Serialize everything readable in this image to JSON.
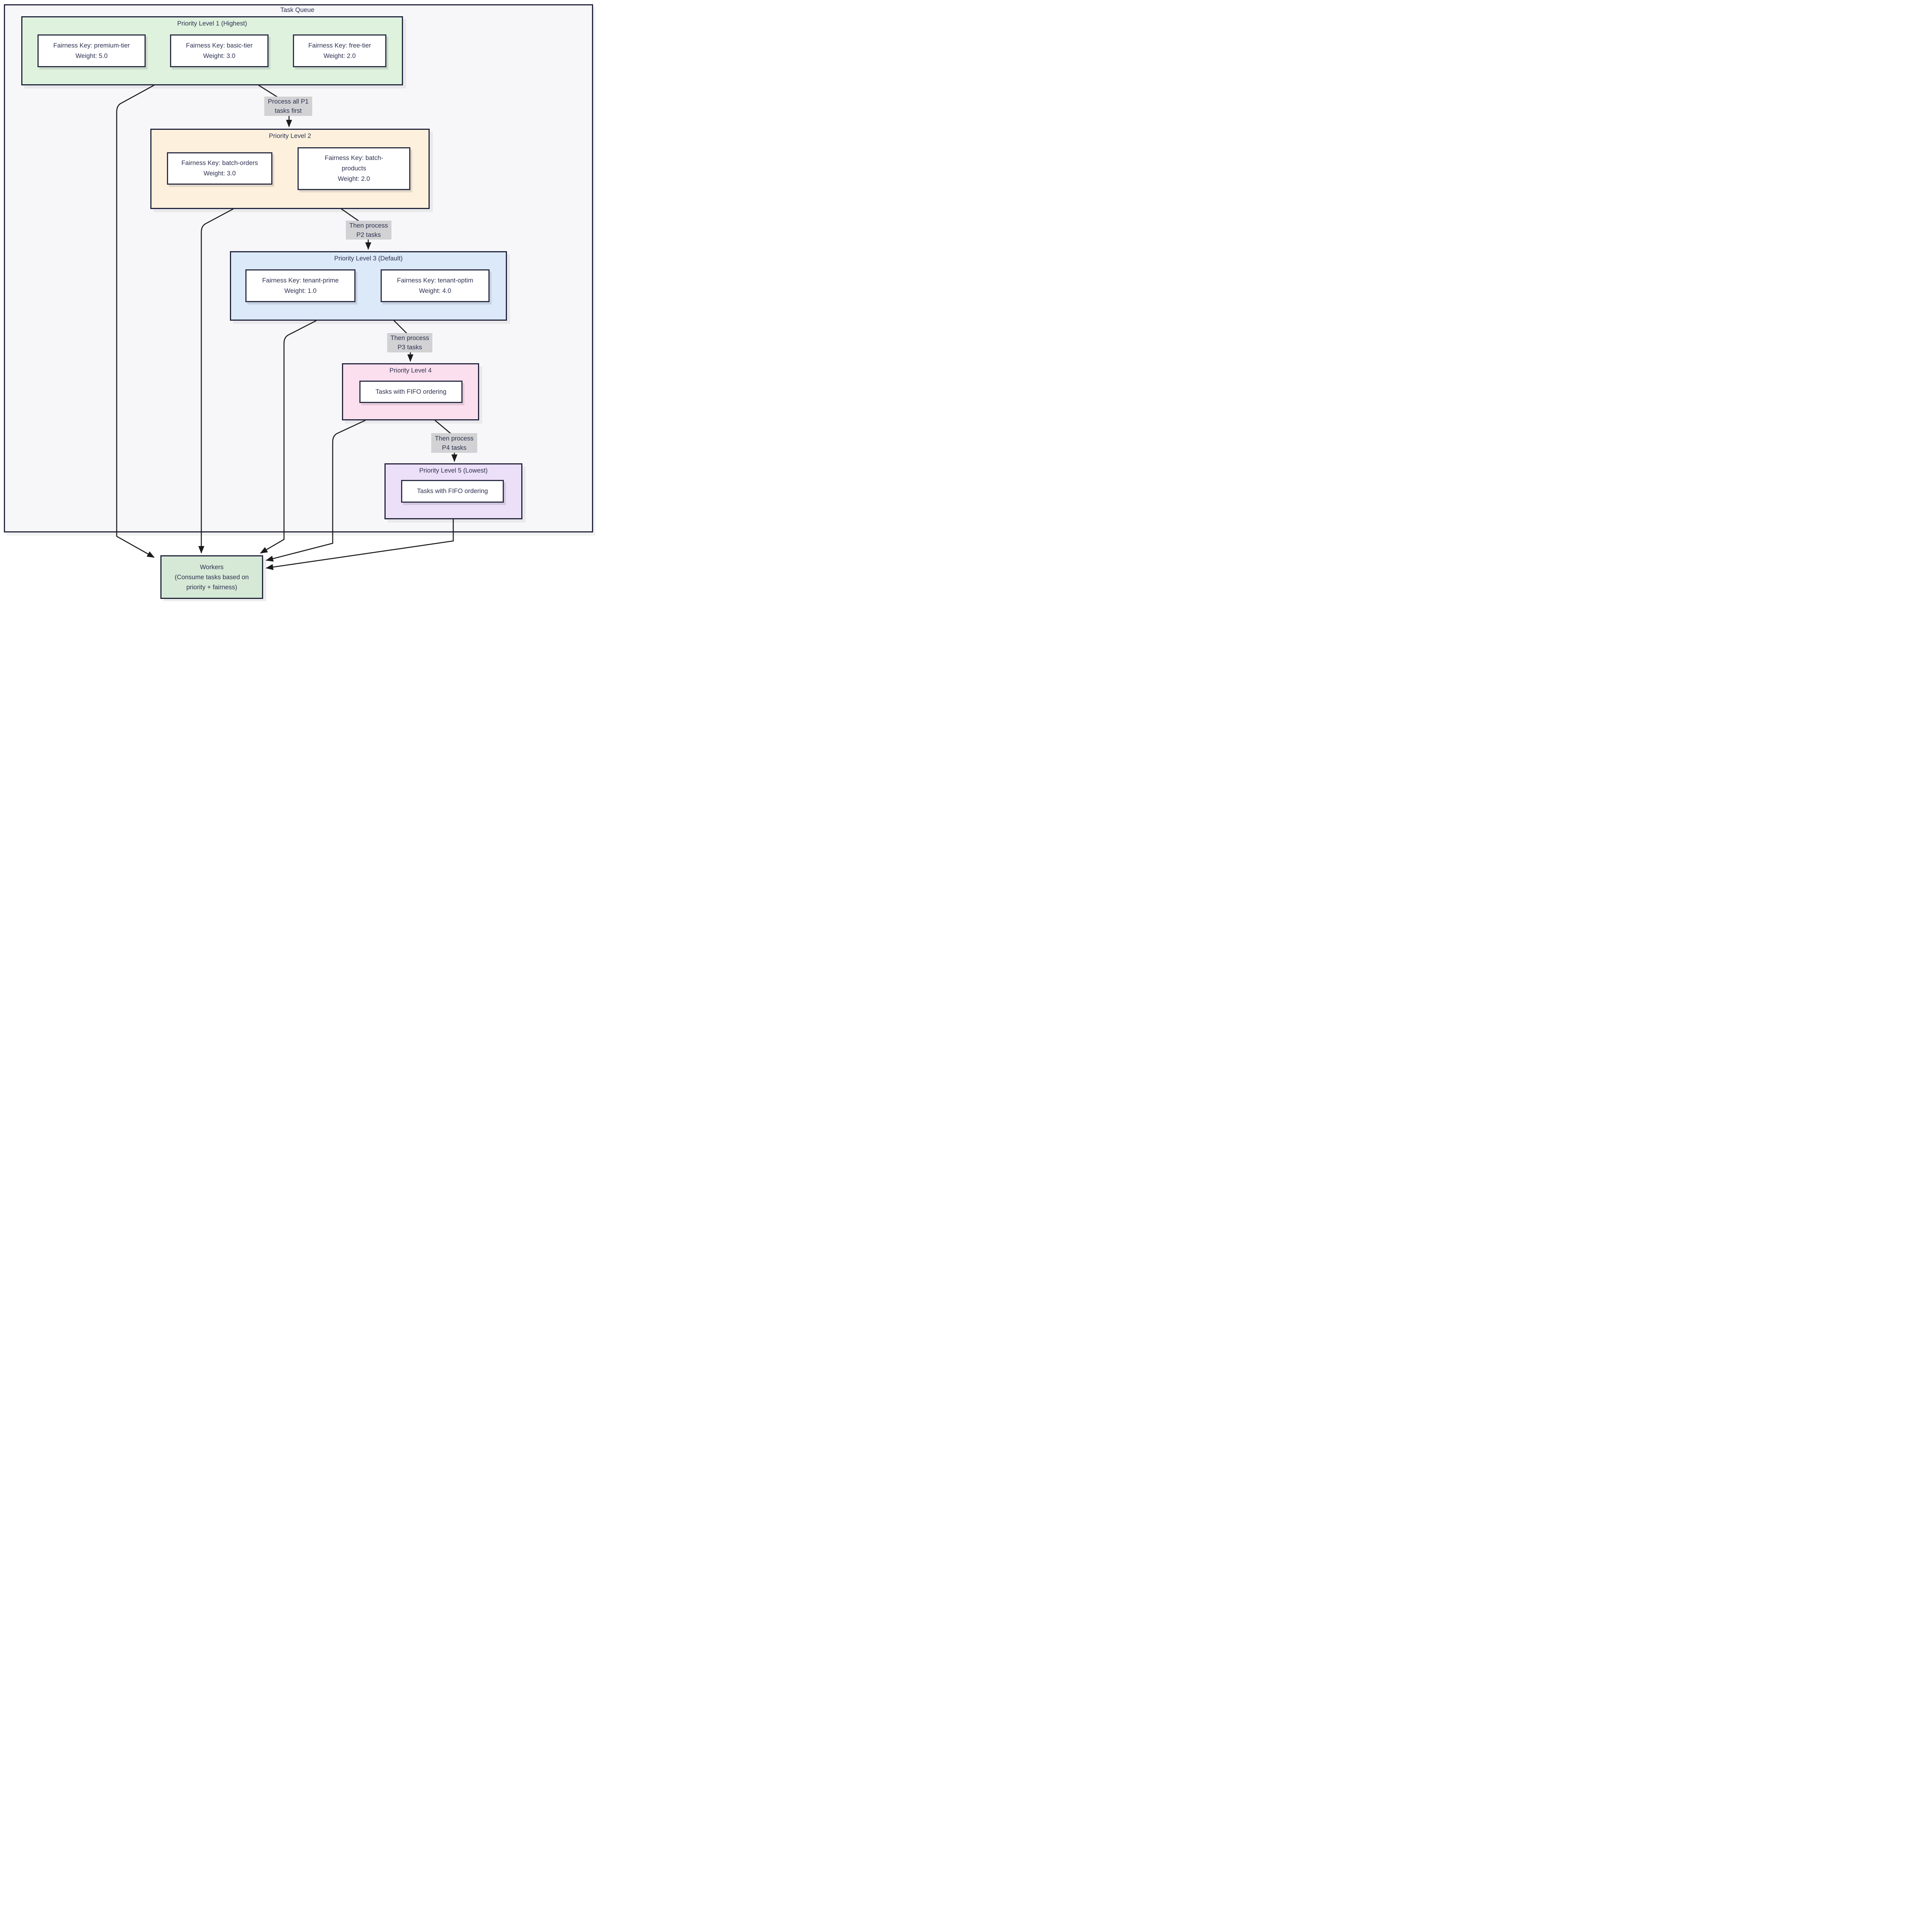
{
  "queue": {
    "title": "Task Queue",
    "levels": [
      {
        "title": "Priority Level 1 (Highest)",
        "fill": "#def2de",
        "nodes": [
          {
            "lines": [
              "Fairness Key: premium-tier",
              "Weight: 5.0"
            ]
          },
          {
            "lines": [
              "Fairness Key: basic-tier",
              "Weight: 3.0"
            ]
          },
          {
            "lines": [
              "Fairness Key: free-tier",
              "Weight: 2.0"
            ]
          }
        ]
      },
      {
        "title": "Priority Level 2",
        "fill": "#fdf1dd",
        "nodes": [
          {
            "lines": [
              "Fairness Key: batch-orders",
              "Weight: 3.0"
            ]
          },
          {
            "lines": [
              "Fairness Key: batch-",
              "products",
              "Weight: 2.0"
            ]
          }
        ]
      },
      {
        "title": "Priority Level 3 (Default)",
        "fill": "#dbe9f9",
        "nodes": [
          {
            "lines": [
              "Fairness Key: tenant-prime",
              "Weight: 1.0"
            ]
          },
          {
            "lines": [
              "Fairness Key: tenant-optim",
              "Weight: 4.0"
            ]
          }
        ]
      },
      {
        "title": "Priority Level 4",
        "fill": "#fcdfee",
        "nodes": [
          {
            "lines": [
              "Tasks with FIFO ordering"
            ]
          }
        ]
      },
      {
        "title": "Priority Level 5 (Lowest)",
        "fill": "#ecdff8",
        "nodes": [
          {
            "lines": [
              "Tasks with FIFO ordering"
            ]
          }
        ]
      }
    ],
    "edges": [
      {
        "label_lines": [
          "Process all P1",
          "tasks first"
        ]
      },
      {
        "label_lines": [
          "Then process",
          "P2 tasks"
        ]
      },
      {
        "label_lines": [
          "Then process",
          "P3 tasks"
        ]
      },
      {
        "label_lines": [
          "Then process",
          "P4 tasks"
        ]
      }
    ],
    "workers": {
      "lines": [
        "Workers",
        "(Consume tasks based on",
        "priority + fairness)"
      ],
      "fill": "#d5e9d6"
    },
    "colors": {
      "container_bg": "#f7f7fa",
      "border": "#23263c",
      "text": "#2e3150",
      "edge_line": "#1a1a1a",
      "edge_label_bg": "#d2d2d4"
    }
  }
}
